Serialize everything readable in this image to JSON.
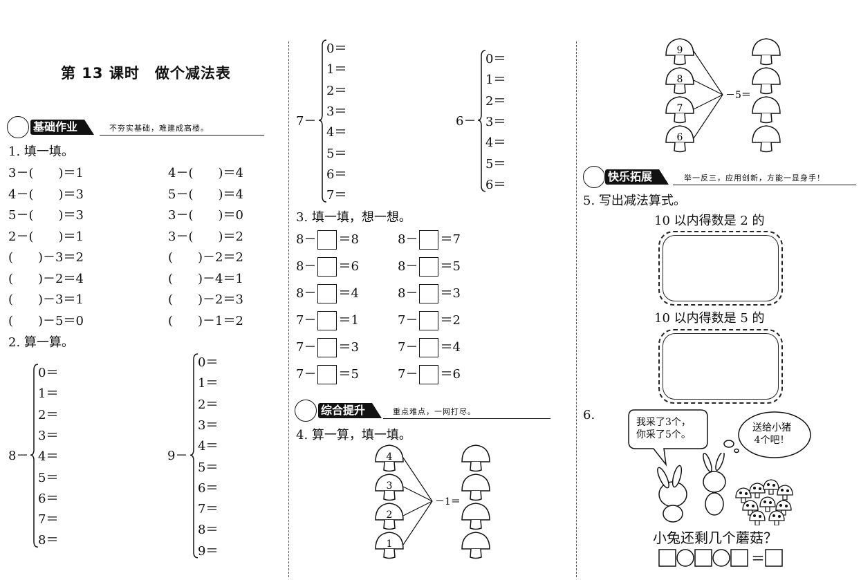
{
  "lesson_title": "第 13 课时　做个减法表",
  "banner1": {
    "label": "基础作业",
    "slogan": "不夯实基础，难建成高楼。"
  },
  "banner2": {
    "label": "综合提升",
    "slogan": "重点难点，一网打尽。"
  },
  "banner3": {
    "label": "快乐拓展",
    "slogan": "举一反三，应用创新，方能一显身手！"
  },
  "q1": {
    "title": "1. 填一填。",
    "left": [
      "3－(　　)＝1",
      "4－(　　)＝3",
      "5－(　　)＝3",
      "2－(　　)＝1",
      "(　　)－3＝2",
      "(　　)－2＝4",
      "(　　)－3＝1",
      "(　　)－5＝0"
    ],
    "right": [
      "4－(　　)＝4",
      "5－(　　)＝4",
      "3－(　　)＝0",
      "3－(　　)＝2",
      "(　　)－2＝2",
      "(　　)－4＝1",
      "(　　)－2＝3",
      "(　　)－1＝2"
    ]
  },
  "q2": {
    "title": "2. 算一算。",
    "g8": {
      "lead": "8－",
      "items": [
        "0＝",
        "1＝",
        "2＝",
        "3＝",
        "4＝",
        "5＝",
        "6＝",
        "7＝",
        "8＝"
      ]
    },
    "g9": {
      "lead": "9－",
      "items": [
        "0＝",
        "1＝",
        "2＝",
        "3＝",
        "4＝",
        "5＝",
        "6＝",
        "7＝",
        "8＝",
        "9＝"
      ]
    },
    "g7": {
      "lead": "7－",
      "items": [
        "0＝",
        "1＝",
        "2＝",
        "3＝",
        "4＝",
        "5＝",
        "6＝",
        "7＝"
      ]
    },
    "g6": {
      "lead": "6－",
      "items": [
        "0＝",
        "1＝",
        "2＝",
        "3＝",
        "4＝",
        "5＝",
        "6＝"
      ]
    }
  },
  "q3": {
    "title": "3. 填一填，想一想。",
    "rows": [
      {
        "l": {
          "a": "8－",
          "b": "＝8"
        },
        "r": {
          "a": "8－",
          "b": "＝7"
        }
      },
      {
        "l": {
          "a": "8－",
          "b": "＝6"
        },
        "r": {
          "a": "8－",
          "b": "＝5"
        }
      },
      {
        "l": {
          "a": "8－",
          "b": "＝4"
        },
        "r": {
          "a": "8－",
          "b": "＝3"
        }
      },
      {
        "l": {
          "a": "7－",
          "b": "＝1"
        },
        "r": {
          "a": "7－",
          "b": "＝2"
        }
      },
      {
        "l": {
          "a": "7－",
          "b": "＝3"
        },
        "r": {
          "a": "7－",
          "b": "＝4"
        }
      },
      {
        "l": {
          "a": "7－",
          "b": "＝5"
        },
        "r": {
          "a": "7－",
          "b": "＝6"
        }
      }
    ]
  },
  "q4": {
    "title": "4. 算一算，填一填。",
    "nums": [
      "4",
      "3",
      "2",
      "1"
    ],
    "op": "－1＝"
  },
  "q5": {
    "title": "5. 写出减法算式。",
    "box1_label": "10 以内得数是 2 的",
    "box2_label": "10 以内得数是 5 的"
  },
  "right_mushrooms": {
    "nums": [
      "9",
      "8",
      "7",
      "6"
    ],
    "op": "－5＝"
  },
  "q6": {
    "num": "6.",
    "bubble1": [
      "我采了3个，",
      "你采了5个。"
    ],
    "bubble2": [
      "送给小猪",
      "4个吧！"
    ],
    "question": "小兔还剩几个蘑菇？",
    "eq_sign": "＝"
  }
}
